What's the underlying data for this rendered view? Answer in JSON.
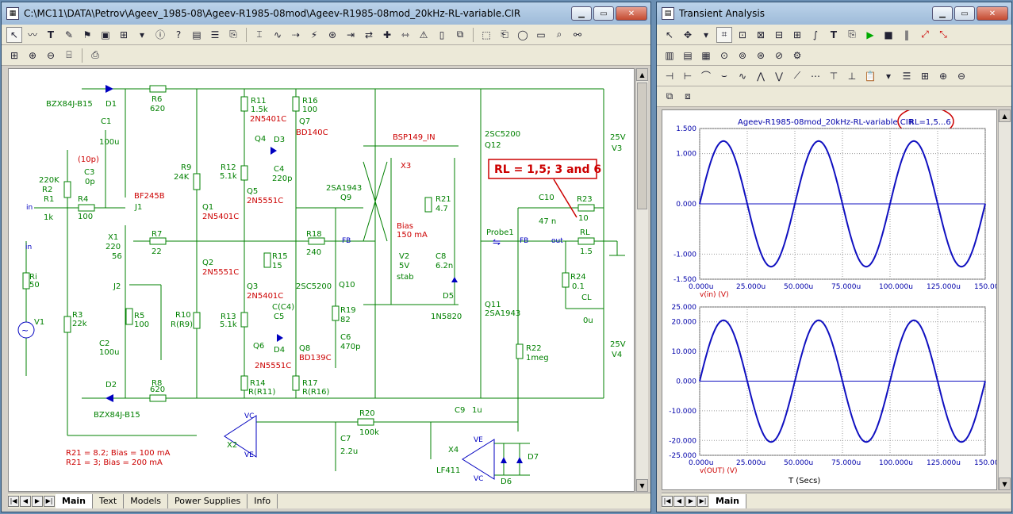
{
  "left_window": {
    "title": "C:\\MC11\\DATA\\Petrov\\Ageev_1985-08\\Ageev-R1985-08mod\\Ageev-R1985-08mod_20kHz-RL-variable.CIR",
    "tabs": [
      "Main",
      "Text",
      "Models",
      "Power Supplies",
      "Info"
    ],
    "active_tab": "Main"
  },
  "right_window": {
    "title": "Transient Analysis",
    "tabs": [
      "Main"
    ],
    "active_tab": "Main"
  },
  "schematic": {
    "labels": {
      "d1": "BZX84J-B15",
      "d1_ref": "D1",
      "r6": "R6",
      "r6v": "620",
      "c1": "C1",
      "c1v": "100u",
      "r2": "R2",
      "r2v": "220K",
      "r1": "R1",
      "r1v": "1k",
      "in1": "in",
      "c3": "C3",
      "c3v": "0p",
      "c3n": "(10p)",
      "r4": "R4",
      "r4v": "100",
      "j1": "J1",
      "j1t": "BF245B",
      "x1": "X1",
      "x1v": "220",
      "x1w": "56",
      "r7": "R7",
      "r7v": "22",
      "in2": "in",
      "ri": "Ri",
      "riv": "50",
      "v1": "V1",
      "j2": "J2",
      "r5": "R5",
      "r5v": "100",
      "r3": "R3",
      "r3v": "22k",
      "c2": "C2",
      "c2v": "100u",
      "d2": "D2",
      "d2t": "BZX84J-B15",
      "r8": "R8",
      "r8v": "620",
      "r9": "R9",
      "r9v": "24K",
      "q1": "Q1",
      "q1t": "2N5401C",
      "q2": "Q2",
      "q2t": "2N5551C",
      "r10": "R10",
      "r10v": "R(R9)",
      "r11": "R11",
      "r11v": "1.5k",
      "r11t": "2N5401C",
      "r16": "R16",
      "r16v": "100",
      "q4": "Q4",
      "q7": "Q7",
      "q7t": "BD140C",
      "d3": "D3",
      "r12": "R12",
      "r12v": "5.1k",
      "c4": "C4",
      "c4v": "220p",
      "q5": "Q5",
      "q5t": "2N5551C",
      "r15": "R15",
      "r15v": "15",
      "r18": "R18",
      "r18v": "240",
      "fb1": "FB",
      "q3": "Q3",
      "q3t": "2N5401C",
      "cc4": "C(C4)",
      "c5": "C5",
      "r13": "R13",
      "r13v": "5.1k",
      "q6": "Q6",
      "d4": "D4",
      "q8": "Q8",
      "q8t": "BD139C",
      "q6t": "2N5551C",
      "r14": "R14",
      "r14v": "R(R11)",
      "r17": "R17",
      "r17v": "R(R16)",
      "q9": "Q9",
      "q9t": "2SA1943",
      "q10": "Q10",
      "q10t": "2SC5200",
      "r19": "R19",
      "r19v": "82",
      "c6": "C6",
      "c6v": "470p",
      "bsp": "BSP149_IN",
      "x3": "X3",
      "r21": "R21",
      "r21v": "4.7",
      "bias": "Bias",
      "biasv": "150 mA",
      "v2": "V2",
      "v2v": "5V",
      "v2t": "stab",
      "c8": "C8",
      "c8v": "6.2n",
      "d5": "D5",
      "d5t": "1N5820",
      "q12": "Q12",
      "q12t": "2SC5200",
      "q11": "Q11",
      "q11t": "2SA1943",
      "v3v": "25V",
      "v3": "V3",
      "v4v": "25V",
      "v4": "V4",
      "c10": "C10",
      "c10v": "47 n",
      "r23": "R23",
      "r23v": "10",
      "probe": "Probe1",
      "fb2": "FB",
      "out": "out",
      "rl": "RL",
      "rlv": "1.5",
      "r24": "R24",
      "r24v": "0.1",
      "cl": "CL",
      "clv": "0u",
      "r22": "R22",
      "r22v": "1meg",
      "callout": "RL = 1,5; 3 and 6",
      "r20": "R20",
      "r20v": "100k",
      "c9": "C9",
      "c9v": "1u",
      "x2": "X2",
      "vc1": "VC",
      "ve1": "VE",
      "c7": "C7",
      "c7v": "2.2u",
      "x4": "X4",
      "x4t": "LF411",
      "ve2": "VE",
      "vc2": "VC",
      "d6": "D6",
      "d7": "D7",
      "note1": "R21 = 8.2; Bias = 100 mA",
      "note2": "R21 = 3; Bias = 200 mA"
    }
  },
  "plot": {
    "header": "Ageev-R1985-08mod_20kHz-RL-variable.CIR",
    "header_annot": "RL=1,5...6",
    "xlabel": "T (Secs)",
    "chart_data": [
      {
        "type": "line",
        "series": [
          {
            "name": "v(in) (V)",
            "x": [
              0,
              25,
              50,
              75,
              100,
              125,
              150
            ],
            "period_us": 50,
            "amplitude": 1.25
          }
        ],
        "x_unit": "u",
        "xticks": [
          "0.000u",
          "25.000u",
          "50.000u",
          "75.000u",
          "100.000u",
          "125.000u",
          "150.000u"
        ],
        "yticks": [
          "1.500",
          "1.000",
          "0.000",
          "-1.000",
          "-1.500"
        ],
        "xlim": [
          0,
          150
        ],
        "ylim": [
          -1.5,
          1.5
        ],
        "grid": true
      },
      {
        "type": "line",
        "series": [
          {
            "name": "v(OUT) (V)",
            "period_us": 50,
            "amplitude": 20.5
          }
        ],
        "xticks": [
          "0.000u",
          "25.000u",
          "50.000u",
          "75.000u",
          "100.000u",
          "125.000u",
          "150.000u"
        ],
        "yticks": [
          "25.000",
          "20.000",
          "10.000",
          "0.000",
          "-10.000",
          "-20.000",
          "-25.000"
        ],
        "xlim": [
          0,
          150
        ],
        "ylim": [
          -25,
          25
        ],
        "grid": true
      }
    ]
  },
  "colors": {
    "wire": "#008000",
    "part_text": "#008000",
    "red_text": "#cc0000",
    "trace": "#1010c0",
    "axis_text": "#0000aa",
    "grid": "#9a9a9a"
  }
}
